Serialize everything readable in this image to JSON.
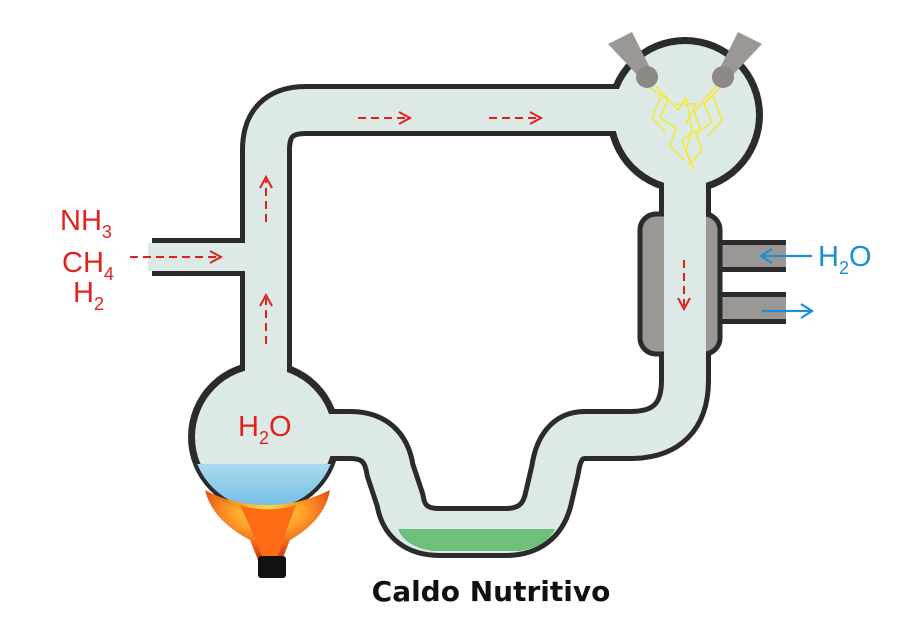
{
  "gas_inputs": [
    {
      "base": "NH",
      "sub": "3"
    },
    {
      "base": "CH",
      "sub": "4"
    },
    {
      "base": "H",
      "sub": "2"
    }
  ],
  "flask_label": {
    "base": "H",
    "sub": "2",
    "tail": "O"
  },
  "condenser_label": {
    "base": "H",
    "sub": "2",
    "tail": "O"
  },
  "caption": "Caldo Nutritivo",
  "colors": {
    "gas_arrows": "#e0221c",
    "water_arrows": "#1a8fd4",
    "glass": "#dde9e6",
    "broth": "#6cc07a",
    "water": "#7cc4e6",
    "condenser": "#9a9795"
  }
}
